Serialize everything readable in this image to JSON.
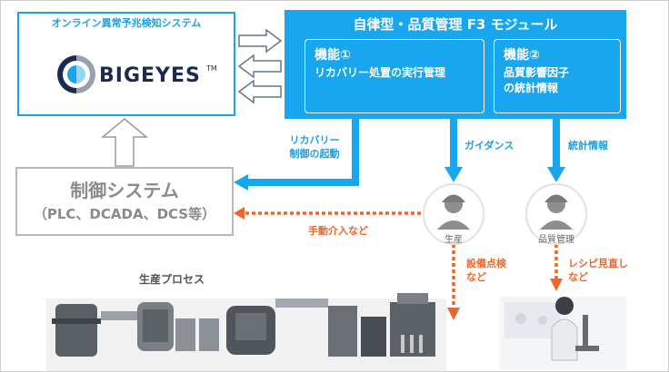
{
  "bigeyes": {
    "title": "オンライン異常予兆検知システム",
    "logo": "BIGEYES",
    "tm": "TM"
  },
  "module": {
    "title": "自律型・品質管理 F3 モジュール",
    "func1": {
      "heading": "機能①",
      "body": "リカバリー処置の実行管理"
    },
    "func2": {
      "heading": "機能②",
      "body_line1": "品質影響因子",
      "body_line2": "の統計情報"
    }
  },
  "control": {
    "title": "制御システム",
    "subtitle": "（PLC、DCADA、DCS等）"
  },
  "labels": {
    "recovery_line1": "リカバリー",
    "recovery_line2": "制御の起動",
    "guidance": "ガイダンス",
    "stats": "統計情報",
    "manual_intervention": "手動介入など",
    "equipment_line1": "設備点検",
    "equipment_line2": "など",
    "recipe_line1": "レシピ見直し",
    "recipe_line2": "など",
    "process": "生産プロセス"
  },
  "persons": {
    "production": "生産",
    "quality": "品質管理"
  },
  "colors": {
    "blue": "#18a7ef",
    "orange": "#f0652a",
    "gray": "#b8b8b8"
  }
}
